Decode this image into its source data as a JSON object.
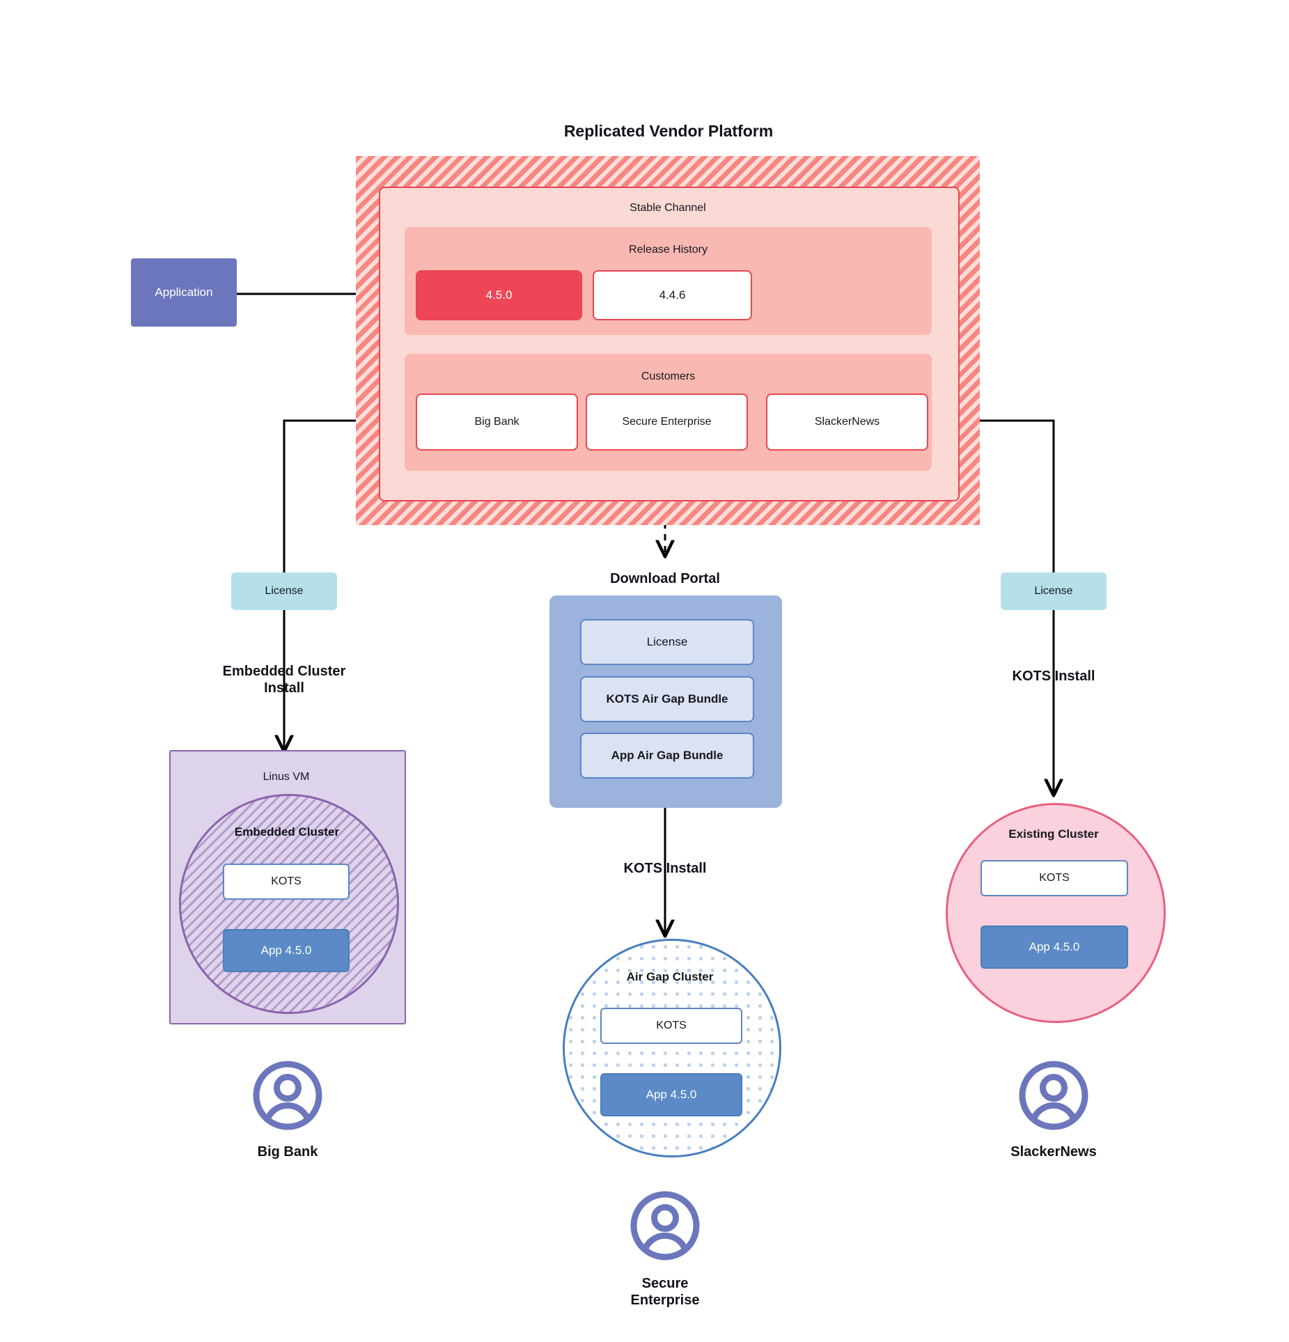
{
  "diagram": {
    "title": "Replicated Vendor Platform",
    "source": {
      "application_label": "Application"
    },
    "vendor_platform": {
      "channel_label": "Stable Channel",
      "release_history": {
        "label": "Release History",
        "releases": [
          {
            "version": "4.5.0",
            "state": "current"
          },
          {
            "version": "4.4.6",
            "state": "previous"
          }
        ]
      },
      "customers": {
        "label": "Customers",
        "items": [
          {
            "name": "Big Bank"
          },
          {
            "name": "Secure\nEnterprise"
          },
          {
            "name": "SlackerNews"
          }
        ]
      }
    },
    "left_flow": {
      "license_label": "License",
      "install_label": "Embedded Cluster\nInstall",
      "vm_label": "Linus VM",
      "cluster_label": "Embedded Cluster",
      "kots_label": "KOTS",
      "app_label": "App 4.5.0",
      "customer_label": "Big Bank",
      "avatar_icon": "user-avatar-icon"
    },
    "center_flow": {
      "portal_title": "Download  Portal",
      "portal_items": [
        {
          "label": "License"
        },
        {
          "label": "KOTS Air Gap Bundle"
        },
        {
          "label": "App Air Gap Bundle"
        }
      ],
      "install_label": "KOTS Install",
      "cluster_label": "Air Gap Cluster",
      "kots_label": "KOTS",
      "app_label": "App 4.5.0",
      "customer_label": "Secure\nEnterprise",
      "avatar_icon": "user-avatar-icon"
    },
    "right_flow": {
      "license_label": "License",
      "install_label": "KOTS Install",
      "cluster_label": "Existing Cluster",
      "kots_label": "KOTS",
      "app_label": "App 4.5.0",
      "customer_label": "SlackerNews",
      "avatar_icon": "user-avatar-icon"
    },
    "colors": {
      "platform_hatch": "#f48781",
      "channel_panel": "#fbd9d4",
      "subpanel": "#f9b8b1",
      "release_current": "#ee4656",
      "red_border": "#e8464f",
      "application": "#6b76bd",
      "license": "#b5e0ea",
      "portal": "#9cb3dd",
      "portal_item": "#dbe2f3",
      "vm_purple": "#ddd3ea",
      "purple_border": "#8a64ad",
      "blue_border": "#4a7ebb",
      "app_blue": "#5b8ac6",
      "pink_circle": "#fad1dc",
      "pink_border": "#e8607f",
      "avatar": "#6b76bd"
    }
  }
}
